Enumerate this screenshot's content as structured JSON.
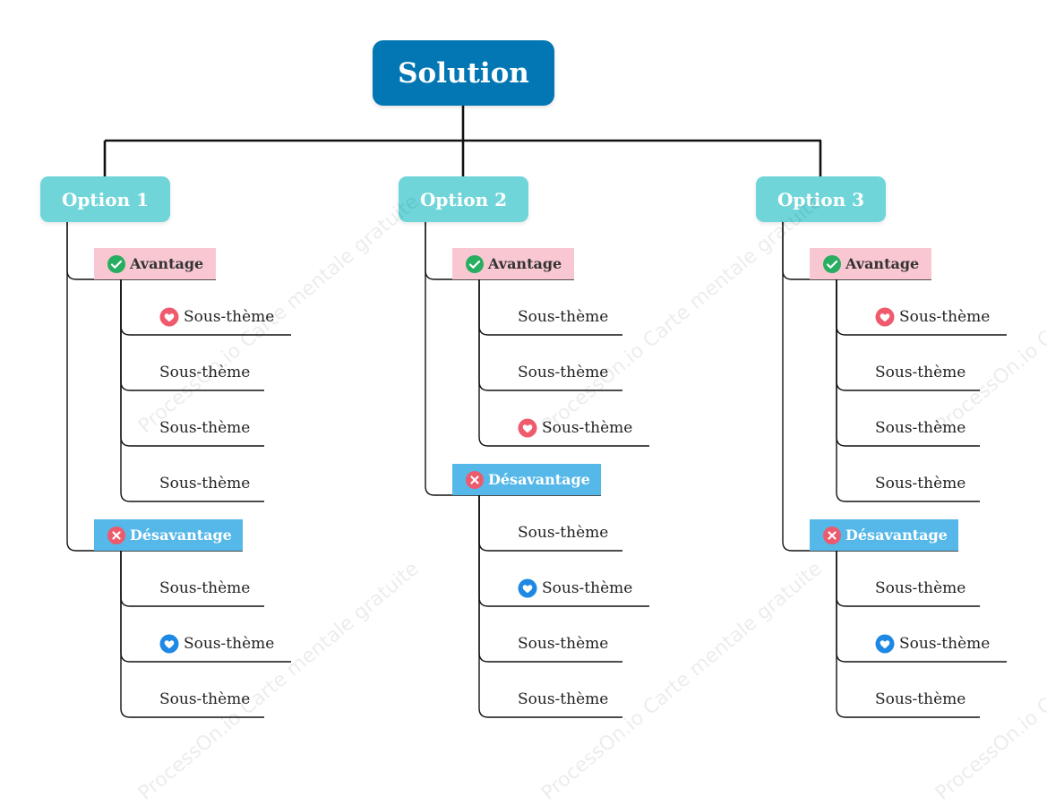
{
  "root": {
    "label": "Solution"
  },
  "options": [
    {
      "label": "Option 1",
      "groups": [
        {
          "type": "adv",
          "label": "Avantage",
          "icon": "check-icon",
          "items": [
            {
              "label": "Sous-thème",
              "icon": "heart-icon"
            },
            {
              "label": "Sous-thème",
              "icon": ""
            },
            {
              "label": "Sous-thème",
              "icon": ""
            },
            {
              "label": "Sous-thème",
              "icon": ""
            }
          ]
        },
        {
          "type": "dis",
          "label": "Désavantage",
          "icon": "cross-icon",
          "items": [
            {
              "label": "Sous-thème",
              "icon": ""
            },
            {
              "label": "Sous-thème",
              "icon": "blue-heart-icon"
            },
            {
              "label": "Sous-thème",
              "icon": ""
            }
          ]
        }
      ]
    },
    {
      "label": "Option 2",
      "groups": [
        {
          "type": "adv",
          "label": "Avantage",
          "icon": "check-icon",
          "items": [
            {
              "label": "Sous-thème",
              "icon": ""
            },
            {
              "label": "Sous-thème",
              "icon": ""
            },
            {
              "label": "Sous-thème",
              "icon": "heart-icon"
            }
          ]
        },
        {
          "type": "dis",
          "label": "Désavantage",
          "icon": "cross-icon",
          "items": [
            {
              "label": "Sous-thème",
              "icon": ""
            },
            {
              "label": "Sous-thème",
              "icon": "blue-heart-icon"
            },
            {
              "label": "Sous-thème",
              "icon": ""
            },
            {
              "label": "Sous-thème",
              "icon": ""
            }
          ]
        }
      ]
    },
    {
      "label": "Option 3",
      "groups": [
        {
          "type": "adv",
          "label": "Avantage",
          "icon": "check-icon",
          "items": [
            {
              "label": "Sous-thème",
              "icon": "heart-icon"
            },
            {
              "label": "Sous-thème",
              "icon": ""
            },
            {
              "label": "Sous-thème",
              "icon": ""
            },
            {
              "label": "Sous-thème",
              "icon": ""
            }
          ]
        },
        {
          "type": "dis",
          "label": "Désavantage",
          "icon": "cross-icon",
          "items": [
            {
              "label": "Sous-thème",
              "icon": ""
            },
            {
              "label": "Sous-thème",
              "icon": "blue-heart-icon"
            },
            {
              "label": "Sous-thème",
              "icon": ""
            }
          ]
        }
      ]
    }
  ],
  "watermark": "ProcessOn.io Carte mentale gratuite",
  "colors": {
    "root": "#0277b3",
    "option": "#6fd5d9",
    "advantage": "#f9c7d2",
    "disadvantage": "#56b8e9",
    "check": "#27ae60",
    "cross": "#ec5b6d",
    "heart_red": "#ef5b6c",
    "heart_blue": "#1e88e5",
    "line": "#111111"
  }
}
